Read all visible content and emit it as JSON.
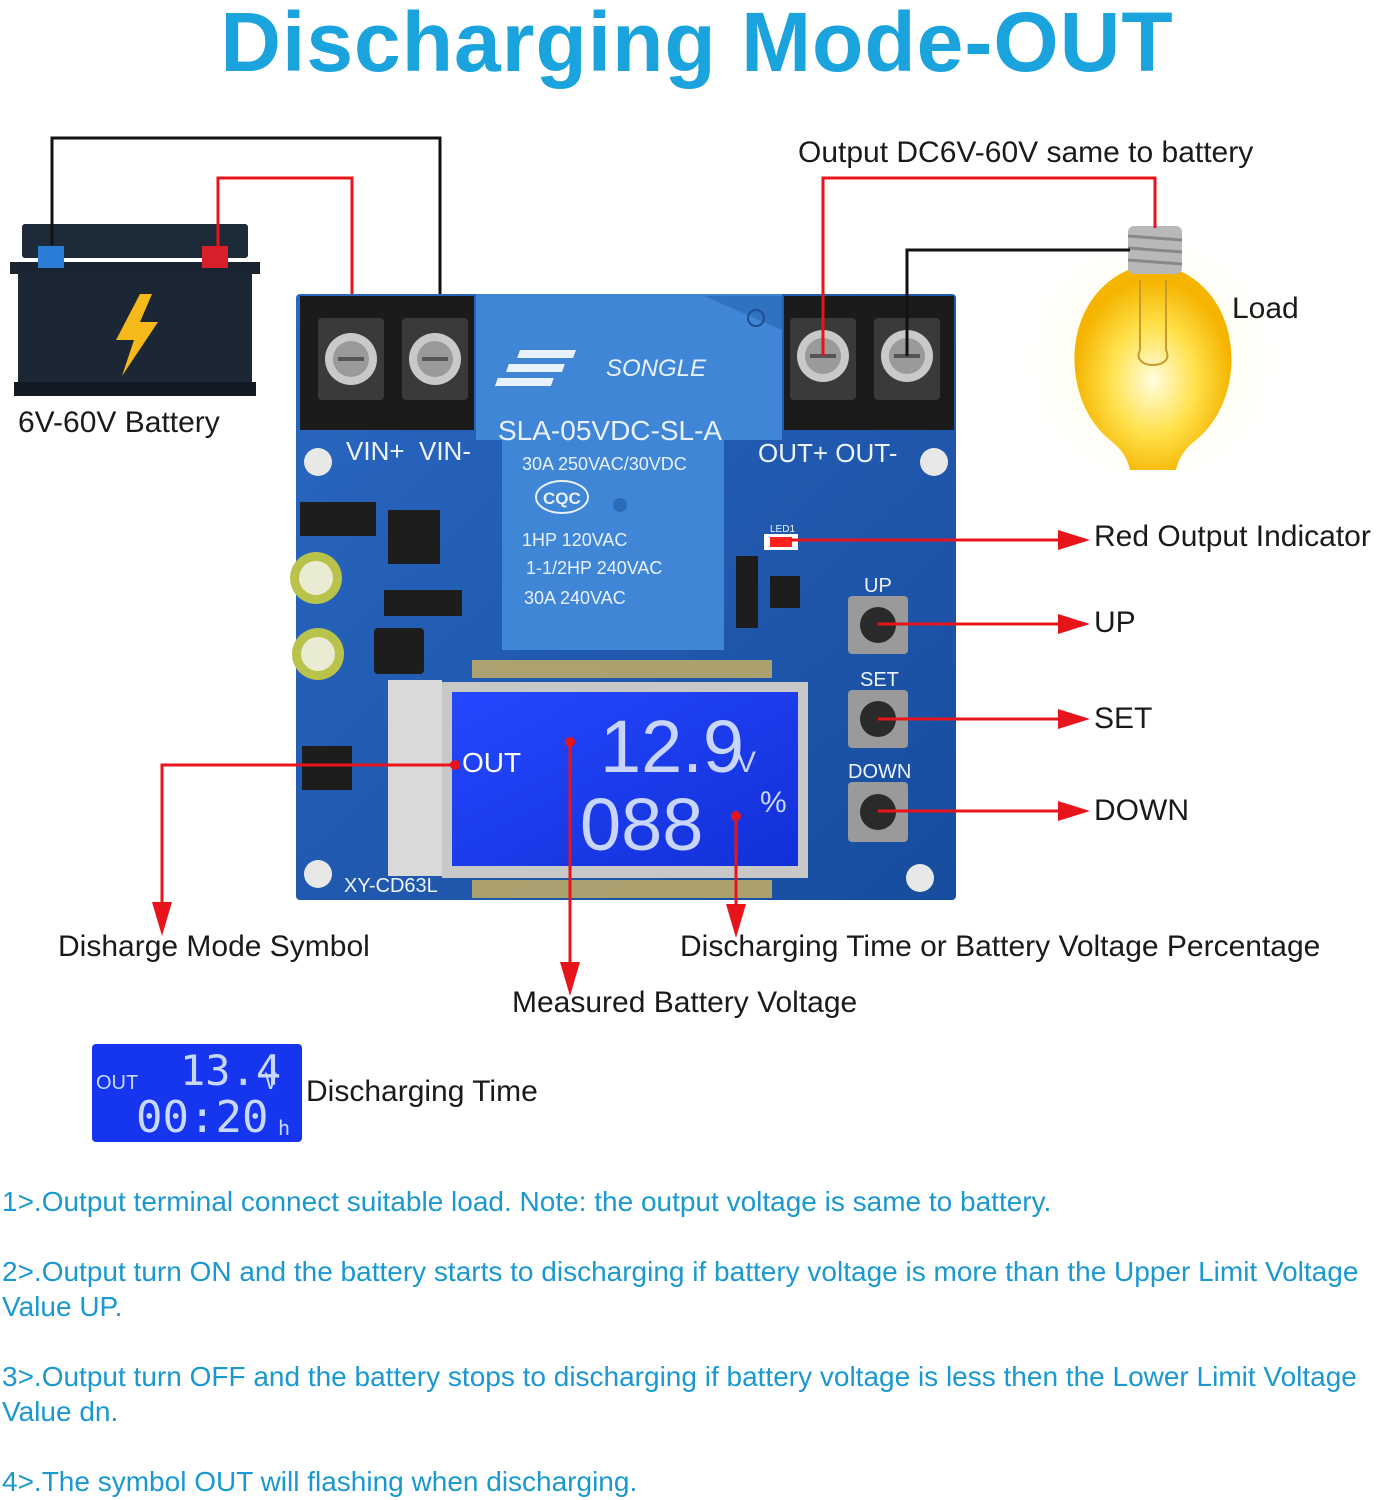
{
  "title": "Discharging Mode-OUT",
  "labels": {
    "battery": "6V-60V Battery",
    "output": "Output DC6V-60V same to battery",
    "load": "Load",
    "red_indicator": "Red Output Indicator",
    "up": "UP",
    "set": "SET",
    "down": "DOWN",
    "discharge_symbol": "Disharge Mode Symbol",
    "time_or_percentage": "Discharging Time or Battery Voltage Percentage",
    "measured_voltage": "Measured Battery Voltage",
    "discharging_time": "Discharging Time"
  },
  "board": {
    "terminal_in": "VIN+  VIN-",
    "terminal_out": "OUT+ OUT-",
    "relay_brand": "SONGLE",
    "relay_model": "SLA-05VDC-SL-A",
    "relay_spec1": "30A  250VAC/30VDC",
    "relay_cert": "CQC",
    "relay_spec2": "1HP 120VAC",
    "relay_spec3": "1-1/2HP 240VAC",
    "relay_spec4": "30A  240VAC",
    "board_model": "XY-CD63L",
    "btn_up": "UP",
    "btn_set": "SET",
    "btn_down": "DOWN",
    "led_label": "LED1"
  },
  "lcd_main": {
    "mode": "OUT",
    "voltage": "12.9",
    "voltage_unit": "V",
    "percent": "088",
    "percent_unit": "%"
  },
  "lcd_small": {
    "mode": "OUT",
    "voltage": "13.4",
    "voltage_unit": "V",
    "time": "00:20",
    "time_unit": "h"
  },
  "notes": [
    "1>.Output terminal connect suitable load. Note: the output voltage is same to battery.",
    "2>.Output turn ON and the battery starts to discharging if battery voltage is more than the Upper Limit Voltage Value UP.",
    "3>.Output turn OFF and the battery stops to discharging if battery voltage is less then the Lower Limit Voltage Value dn.",
    "4>.The symbol OUT will flashing when discharging."
  ],
  "colors": {
    "title": "#1aa3dd",
    "pcb": "#1e5bb5",
    "relay": "#3f86d6",
    "lcd": "#1535ee",
    "wire_red": "#e8141b",
    "wire_black": "#111111"
  }
}
